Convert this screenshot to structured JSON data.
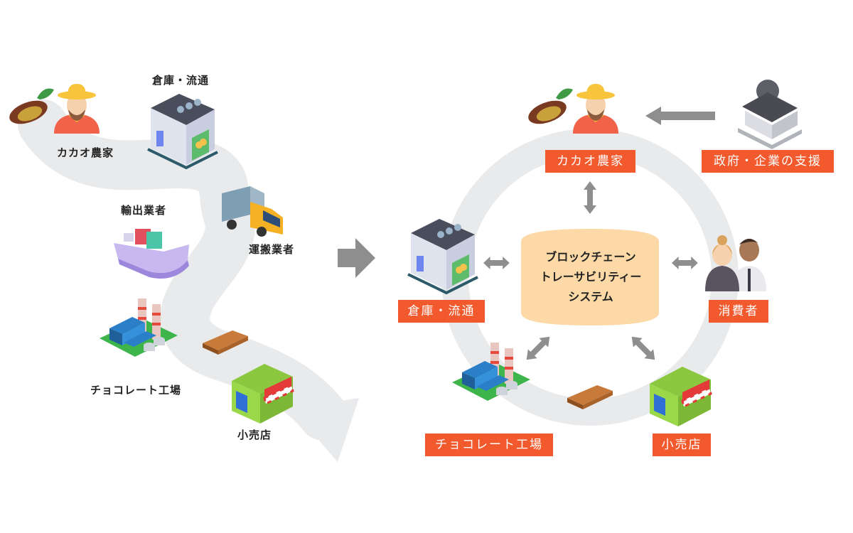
{
  "left_flow": {
    "title": "Traditional supply chain",
    "stages": [
      {
        "id": "farmer",
        "label": "カカオ農家",
        "icon": "cacao-farmer-icon"
      },
      {
        "id": "warehouse",
        "label": "倉庫・流通",
        "icon": "warehouse-icon"
      },
      {
        "id": "transport",
        "label": "運搬業者",
        "icon": "truck-icon"
      },
      {
        "id": "exporter",
        "label": "輸出業者",
        "icon": "cargo-ship-icon"
      },
      {
        "id": "factory",
        "label": "チョコレート工場",
        "icon": "factory-icon"
      },
      {
        "id": "product",
        "label": "",
        "icon": "chocolate-bar-icon"
      },
      {
        "id": "retail",
        "label": "小売店",
        "icon": "shop-icon"
      }
    ]
  },
  "transition_arrow": {
    "icon": "right-arrow-icon"
  },
  "right_cycle": {
    "center": {
      "lines": [
        "ブロックチェーン",
        "トレーサビリティー",
        "システム"
      ]
    },
    "nodes": [
      {
        "id": "farmer",
        "label": "カカオ農家",
        "icon": "cacao-farmer-icon"
      },
      {
        "id": "support",
        "label": "政府・企業の支援",
        "icon": "government-building-icon"
      },
      {
        "id": "warehouse",
        "label": "倉庫・流通",
        "icon": "warehouse-icon"
      },
      {
        "id": "consumer",
        "label": "消費者",
        "icon": "consumers-icon"
      },
      {
        "id": "factory",
        "label": "チョコレート工場",
        "icon": "factory-icon"
      },
      {
        "id": "retail",
        "label": "小売店",
        "icon": "shop-icon"
      },
      {
        "id": "product",
        "label": "",
        "icon": "chocolate-bar-icon"
      }
    ]
  },
  "colors": {
    "tag_bg": "#f25a2e",
    "tag_text": "#ffffff",
    "path_gray": "#e9eaec",
    "arrow_gray": "#8e8e8e",
    "center_fill": "#fcd9a6"
  }
}
